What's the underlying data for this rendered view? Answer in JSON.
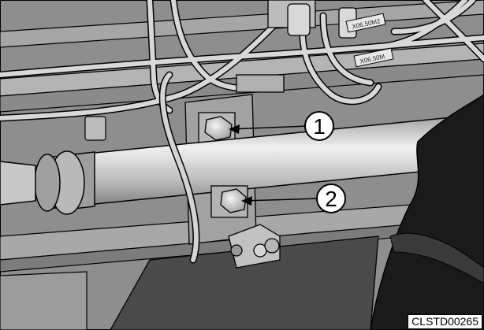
{
  "figure": {
    "code": "CLSTD00265",
    "callouts": [
      {
        "number": "1"
      },
      {
        "number": "2"
      }
    ],
    "pipe_tags": [
      "X06.50M2",
      "X06.50M"
    ]
  },
  "colors": {
    "background": "#8e8e8e",
    "dark_panel": "#4a4a4a",
    "shaft": "#c9c9c9",
    "pipe": "#d6d6d6",
    "outline": "#000000"
  }
}
